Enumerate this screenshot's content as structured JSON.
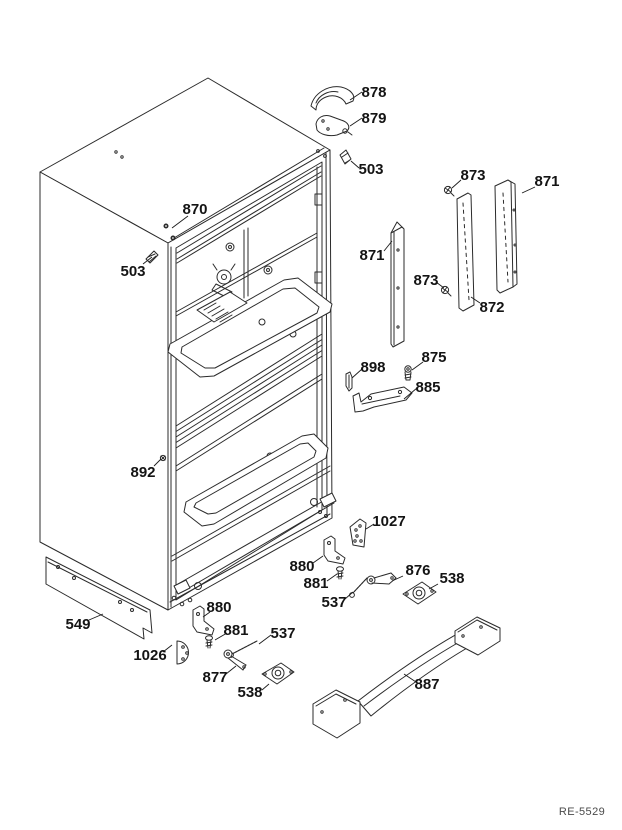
{
  "page": {
    "background_color": "#ffffff",
    "line_color": "#2b2b2b",
    "label_color": "#141414",
    "reference_color": "#4a4a4a"
  },
  "diagram": {
    "type": "exploded-parts-diagram",
    "subject": "refrigerator-case-assembly",
    "reference_code": "RE-5529",
    "callouts": [
      {
        "part": "878"
      },
      {
        "part": "879"
      },
      {
        "part": "503"
      },
      {
        "part": "870"
      },
      {
        "part": "503"
      },
      {
        "part": "873"
      },
      {
        "part": "871"
      },
      {
        "part": "872"
      },
      {
        "part": "873"
      },
      {
        "part": "871"
      },
      {
        "part": "898"
      },
      {
        "part": "875"
      },
      {
        "part": "885"
      },
      {
        "part": "892"
      },
      {
        "part": "1027"
      },
      {
        "part": "880"
      },
      {
        "part": "881"
      },
      {
        "part": "537"
      },
      {
        "part": "876"
      },
      {
        "part": "538"
      },
      {
        "part": "880"
      },
      {
        "part": "881"
      },
      {
        "part": "537"
      },
      {
        "part": "877"
      },
      {
        "part": "538"
      },
      {
        "part": "549"
      },
      {
        "part": "1026"
      },
      {
        "part": "887"
      }
    ]
  }
}
